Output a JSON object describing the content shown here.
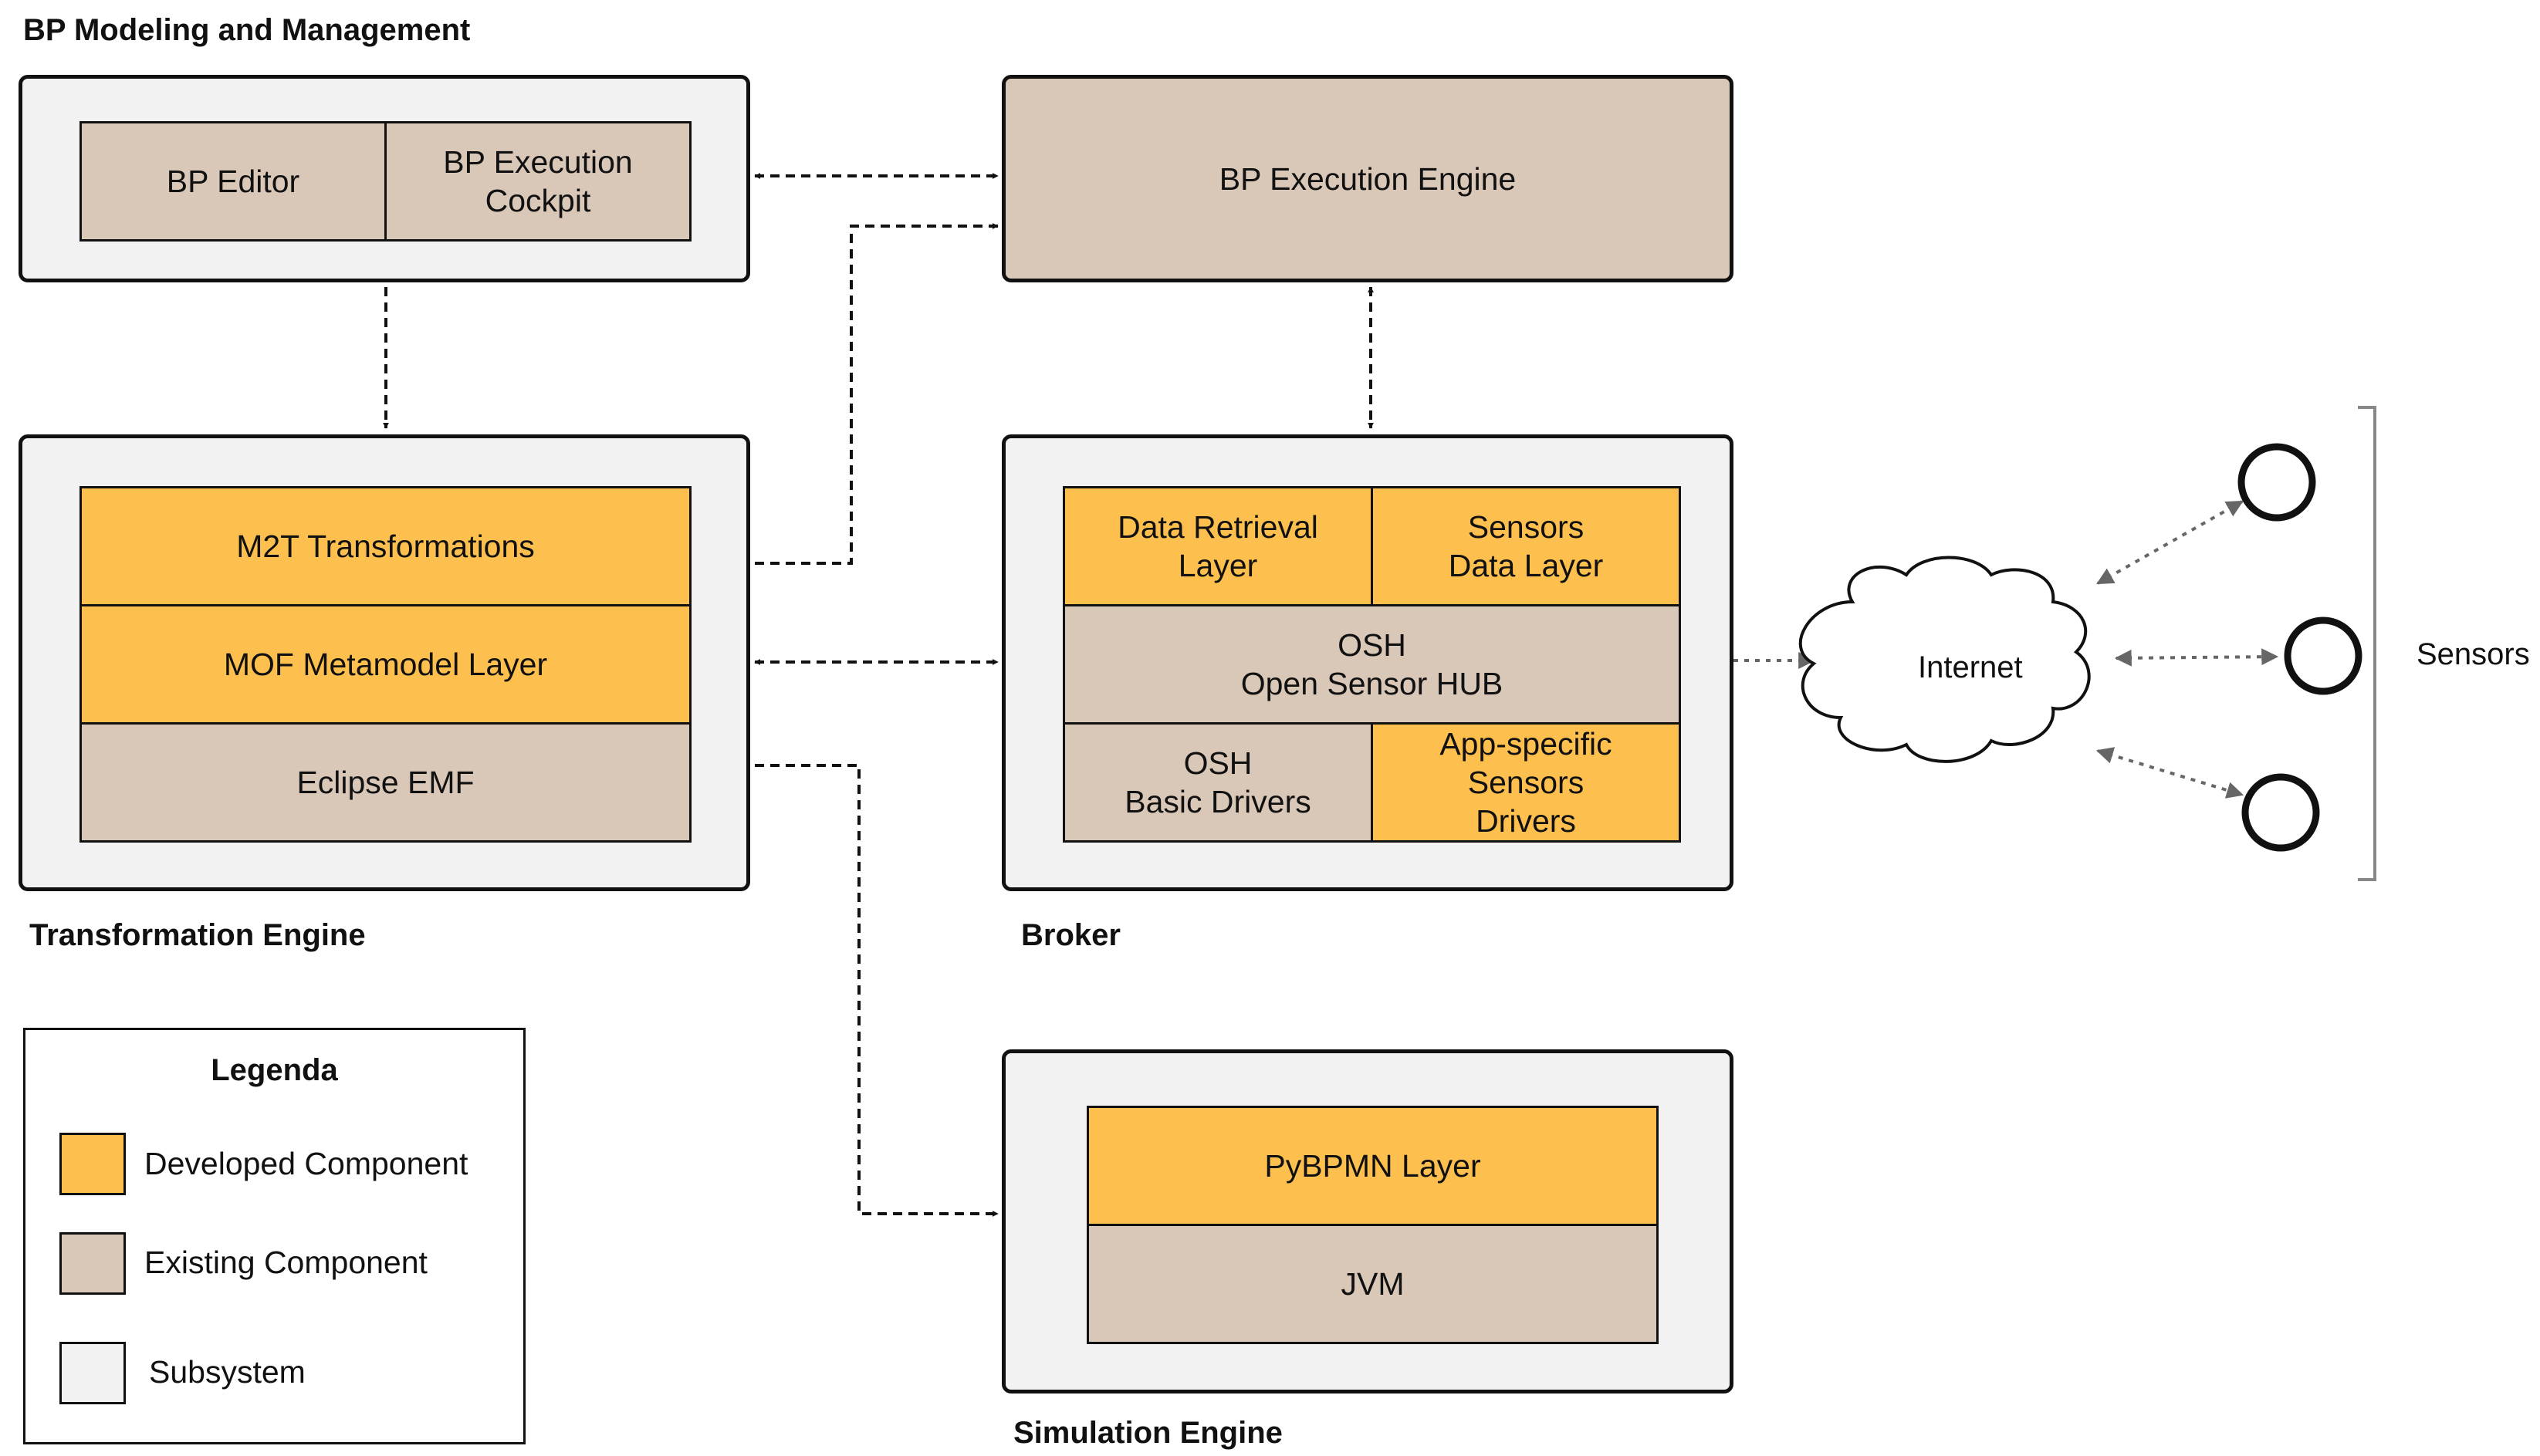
{
  "colors": {
    "developed": "#fdc04e",
    "existing": "#d9c8b8",
    "subsystem": "#f2f2f2",
    "stroke": "#111111"
  },
  "bp_modeling": {
    "title": "BP Modeling and Management",
    "bp_editor": "BP Editor",
    "bp_execution_cockpit": "BP Execution\nCockpit"
  },
  "bp_execution_engine": {
    "label": "BP Execution Engine"
  },
  "transformation_engine": {
    "title": "Transformation Engine",
    "m2t": "M2T Transformations",
    "mof": "MOF Metamodel Layer",
    "emf": "Eclipse EMF"
  },
  "broker": {
    "title": "Broker",
    "data_retrieval": "Data Retrieval\nLayer",
    "sensors_data": "Sensors\nData Layer",
    "osh": "OSH\nOpen Sensor HUB",
    "osh_drivers": "OSH\nBasic Drivers",
    "app_drivers": "App-specific\nSensors\nDrivers"
  },
  "simulation_engine": {
    "title": "Simulation Engine",
    "pybpmn": "PyBPMN Layer",
    "jvm": "JVM"
  },
  "internet": {
    "label": "Internet",
    "icon": "cloud-icon"
  },
  "sensors": {
    "label": "Sensors",
    "count": 3,
    "icon": "sensor-circle-icon"
  },
  "legend": {
    "title": "Legenda",
    "developed": "Developed Component",
    "existing": "Existing Component",
    "subsystem": "Subsystem"
  }
}
